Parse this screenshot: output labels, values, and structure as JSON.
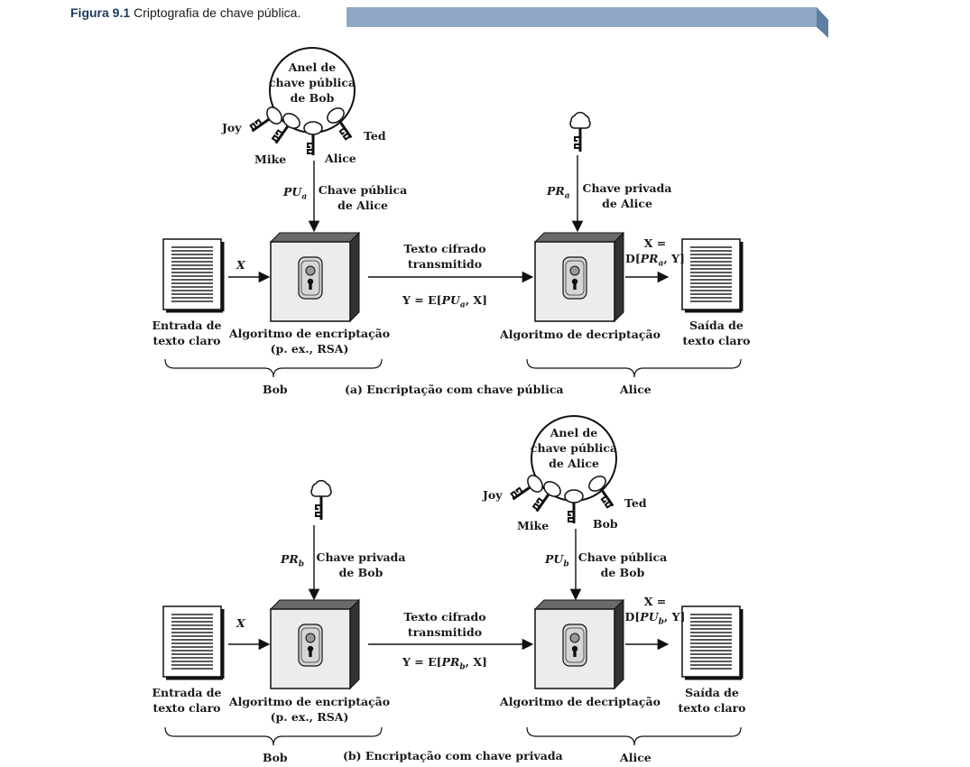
{
  "header": {
    "figure_label": "Figura 9.1",
    "caption": "Criptografia de chave pública.",
    "accent_color": "#8fa8c4"
  },
  "panel_a": {
    "ring_label_1": "Anel de",
    "ring_label_2": "chave pública",
    "ring_label_3": "de Bob",
    "key_joy": "Joy",
    "key_mike": "Mike",
    "key_alice": "Alice",
    "key_ted": "Ted",
    "left_key_symbol": "PU",
    "left_key_sub": "a",
    "left_key_desc_1": "Chave pública",
    "left_key_desc_2": "de Alice",
    "right_key_symbol": "PR",
    "right_key_sub": "a",
    "right_key_desc_1": "Chave privada",
    "right_key_desc_2": "de Alice",
    "input_var": "X",
    "transit_1": "Texto cifrado",
    "transit_2": "transmitido",
    "cipher_eq_prefix": "Y = E[",
    "cipher_eq_key": "PU",
    "cipher_eq_sub": "a",
    "cipher_eq_suffix": ", X]",
    "output_eq_1": "X =",
    "output_eq_prefix": "D[",
    "output_eq_key": "PR",
    "output_eq_sub": "a",
    "output_eq_suffix": ", Y]",
    "input_label_1": "Entrada de",
    "input_label_2": "texto claro",
    "enc_label_1": "Algoritmo de encriptação",
    "enc_label_2": "(p. ex., RSA)",
    "dec_label": "Algoritmo de decriptação",
    "output_label_1": "Saída de",
    "output_label_2": "texto claro",
    "left_party": "Bob",
    "caption": "(a) Encriptação com chave pública",
    "right_party": "Alice"
  },
  "panel_b": {
    "ring_label_1": "Anel de",
    "ring_label_2": "chave pública",
    "ring_label_3": "de Alice",
    "key_joy": "Joy",
    "key_mike": "Mike",
    "key_bob": "Bob",
    "key_ted": "Ted",
    "left_key_symbol": "PR",
    "left_key_sub": "b",
    "left_key_desc_1": "Chave privada",
    "left_key_desc_2": "de Bob",
    "right_key_symbol": "PU",
    "right_key_sub": "b",
    "right_key_desc_1": "Chave pública",
    "right_key_desc_2": "de Bob",
    "input_var": "X",
    "transit_1": "Texto cifrado",
    "transit_2": "transmitido",
    "cipher_eq_prefix": "Y = E[",
    "cipher_eq_key": "PR",
    "cipher_eq_sub": "b",
    "cipher_eq_suffix": ", X]",
    "output_eq_1": "X =",
    "output_eq_prefix": "D[",
    "output_eq_key": "PU",
    "output_eq_sub": "b",
    "output_eq_suffix": ", Y]",
    "input_label_1": "Entrada de",
    "input_label_2": "texto claro",
    "enc_label_1": "Algoritmo de encriptação",
    "enc_label_2": "(p. ex., RSA)",
    "dec_label": "Algoritmo de decriptação",
    "output_label_1": "Saída de",
    "output_label_2": "texto claro",
    "left_party": "Bob",
    "caption": "(b) Encriptação com chave privada",
    "right_party": "Alice"
  }
}
